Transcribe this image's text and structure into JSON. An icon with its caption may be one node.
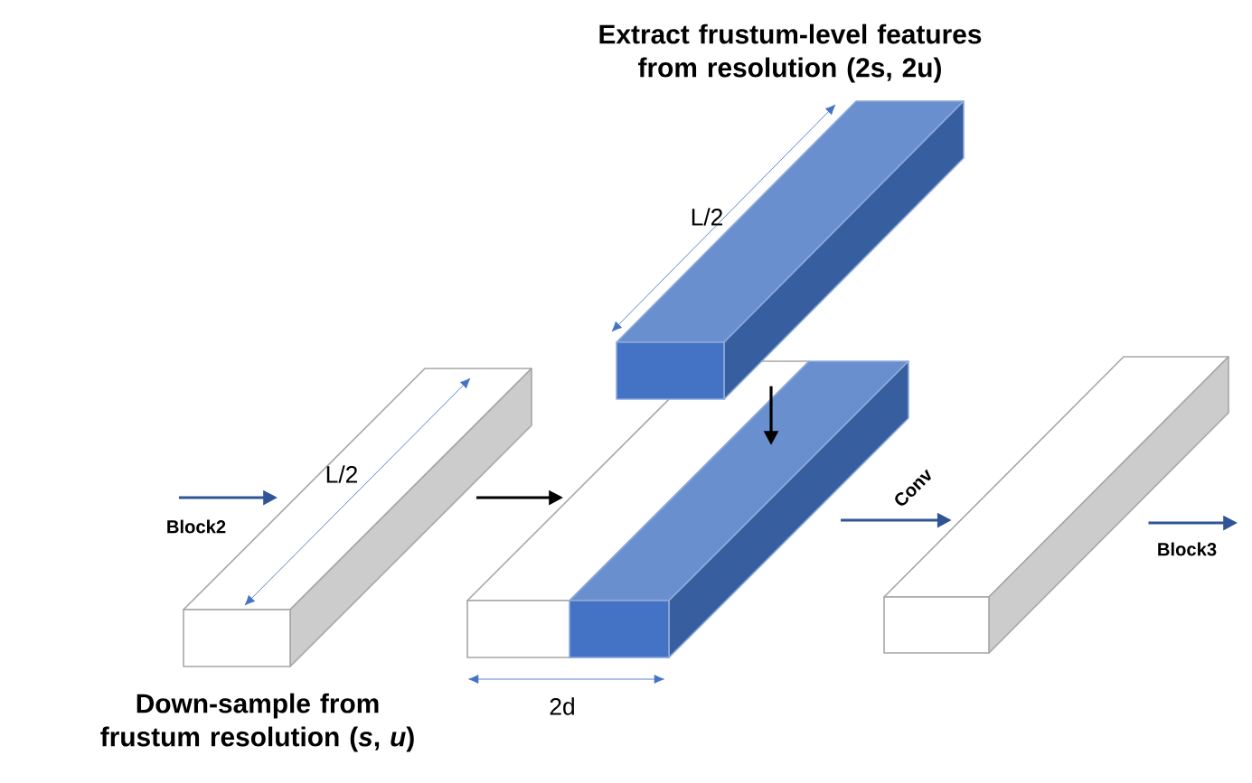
{
  "diagram": {
    "nodes": [
      {
        "text": [],
        "shape": "box",
        "beside": [
          "Down-sample from frustum resolution (*s*, *u*)"
        ]
      },
      {
        "text": [],
        "shape": "box",
        "beside": [
          "Extract frustum-level features from resolution (2s, 2u)"
        ]
      },
      {
        "text": [],
        "shape": "box"
      },
      {
        "text": [],
        "shape": "box"
      }
    ],
    "edges": [
      {
        "from": null,
        "to": 0,
        "arrow": "to",
        "label": "Block2"
      },
      {
        "from": 0,
        "to": 2,
        "arrow": "to",
        "color": "#000000"
      },
      {
        "from": 1,
        "to": 2,
        "arrow": "to",
        "color": "#000000"
      },
      {
        "from": 2,
        "to": 3,
        "arrow": "to",
        "label": "Conv"
      },
      {
        "from": 3,
        "to": null,
        "arrow": "to",
        "label": "Block3"
      }
    ],
    "labels": [
      "L/2",
      "L/2",
      "2d"
    ]
  }
}
